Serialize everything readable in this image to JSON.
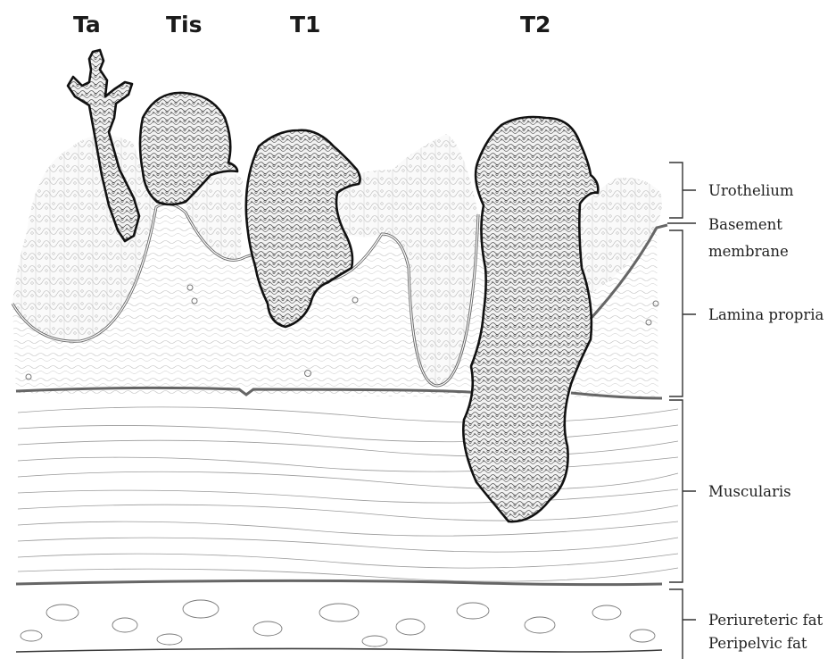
{
  "stages": {
    "ta": "Ta",
    "tis": "Tis",
    "t1": "T1",
    "t2": "T2"
  },
  "layers": {
    "urothelium": "Urothelium",
    "basement_line1": "Basement",
    "basement_line2": "membrane",
    "lamina_propria": "Lamina propria",
    "muscularis": "Muscularis",
    "fat_line1": "Periureteric fat",
    "fat_line2": "Peripelvic fat"
  }
}
